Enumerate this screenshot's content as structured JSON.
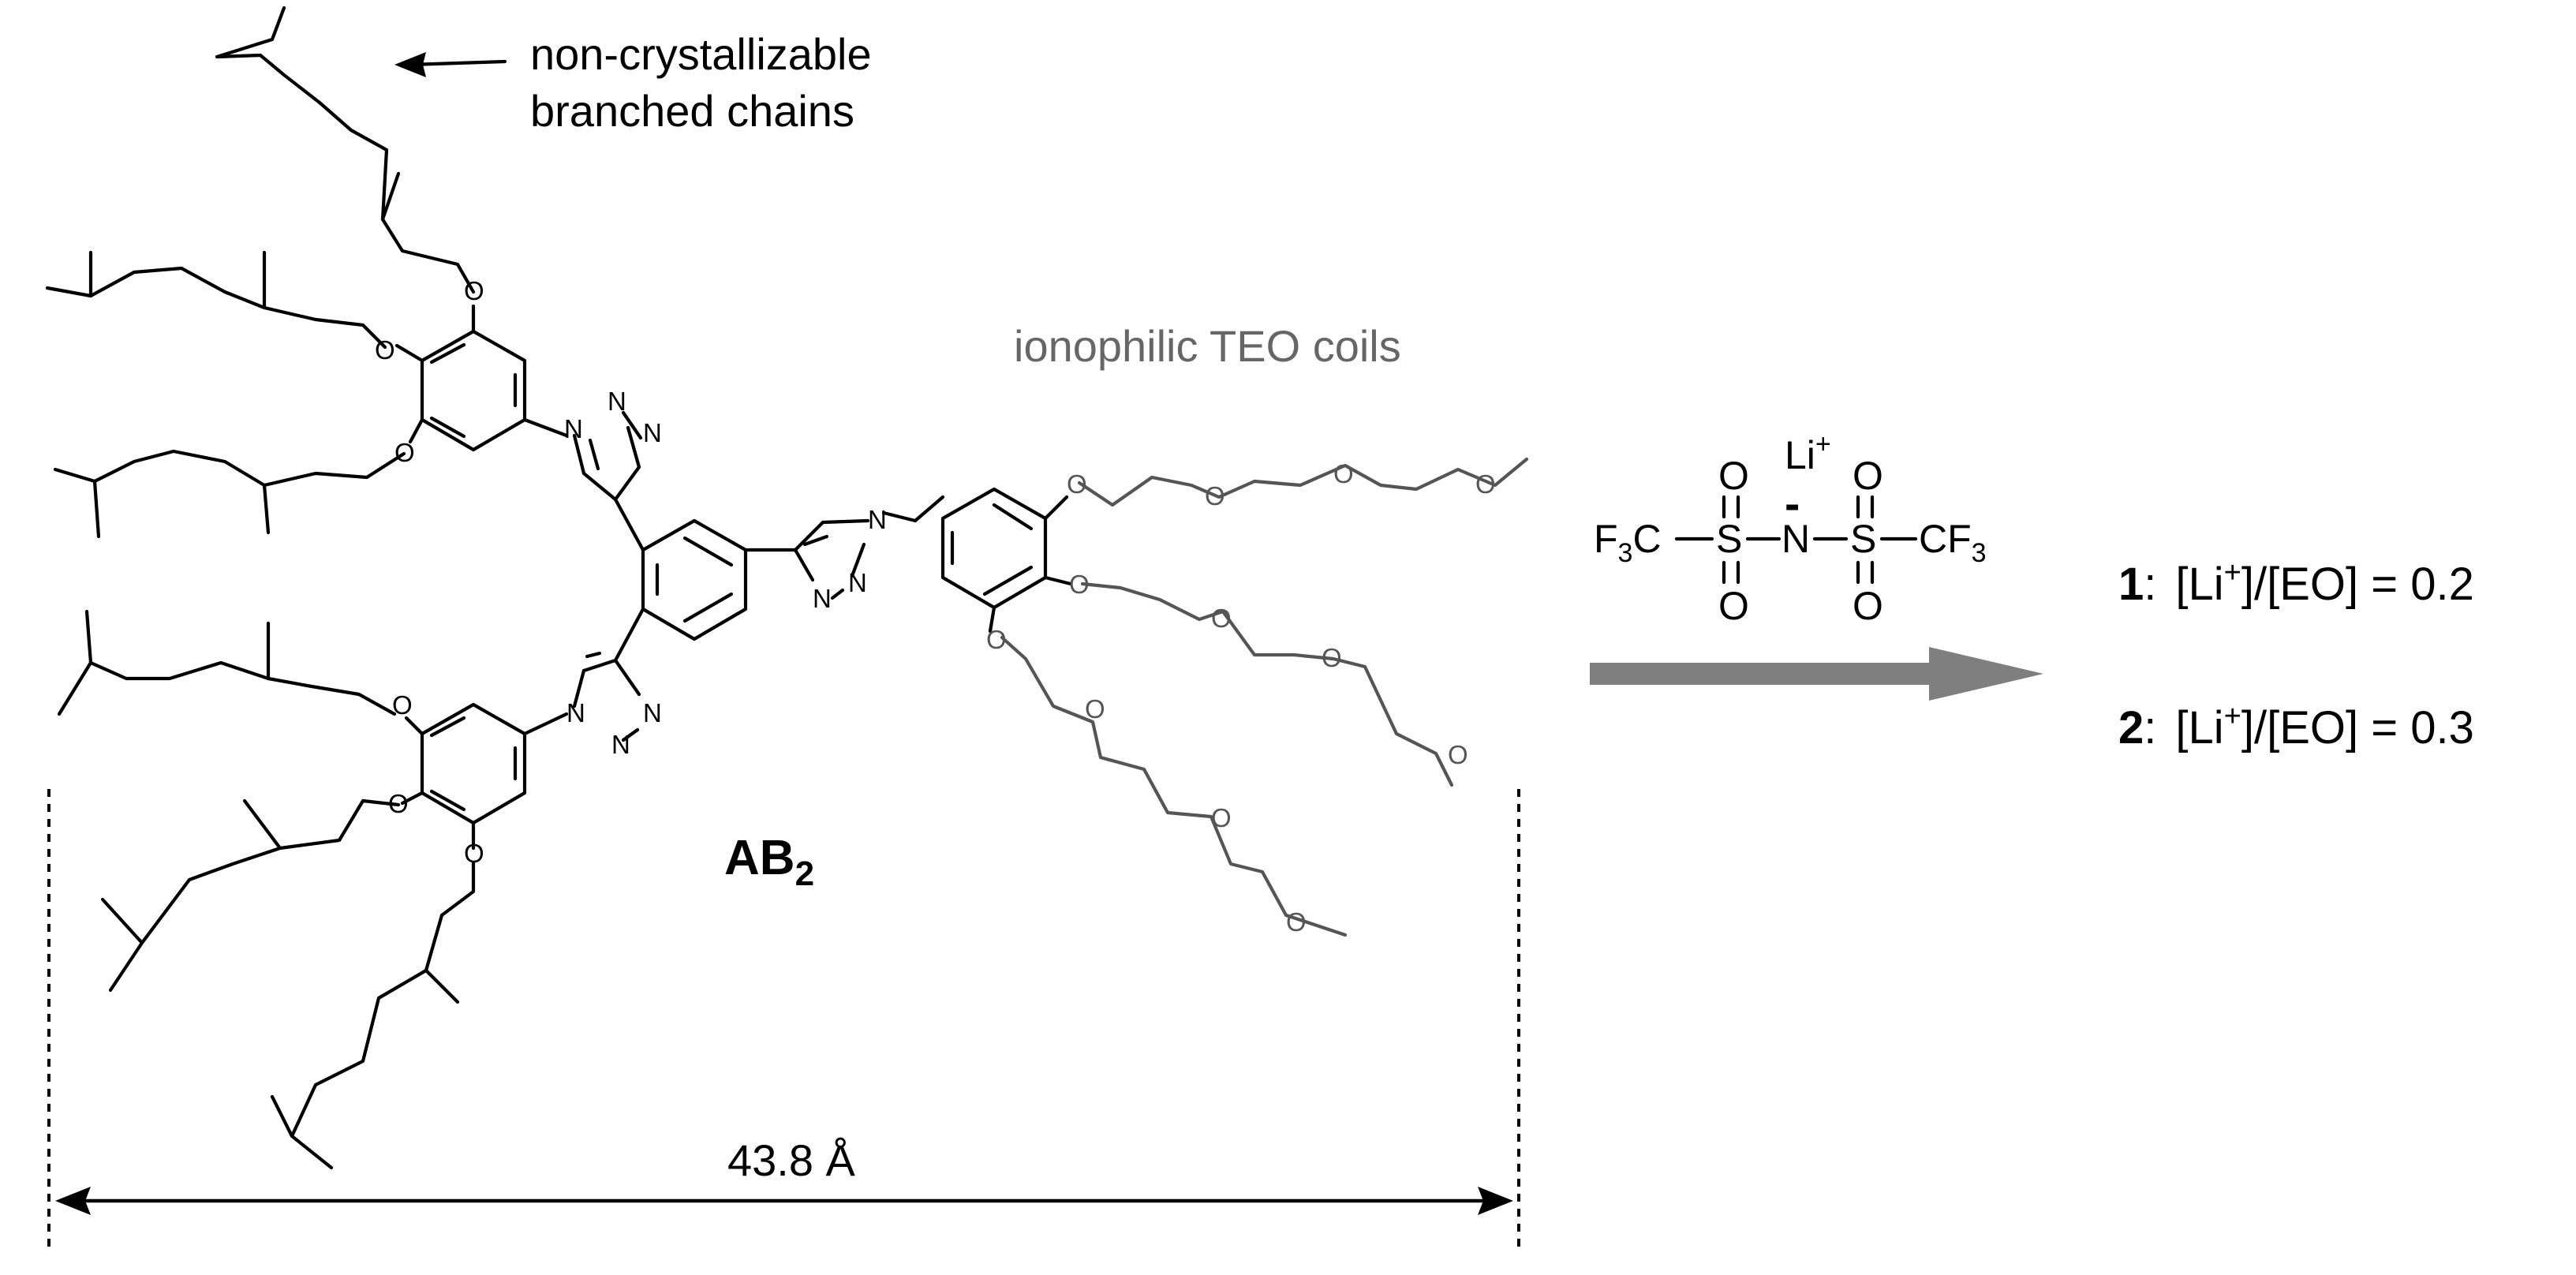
{
  "annotations": {
    "branched_chains_line1": "non-crystallizable",
    "branched_chains_line2": "branched chains",
    "teo_coils": "ionophilic TEO coils",
    "molecule_name": "AB",
    "molecule_subscript": "2",
    "dimension": "43.8 Å"
  },
  "reagent": {
    "cation": "Li",
    "cation_charge": "+",
    "left_group": "F",
    "left_group_sub": "3",
    "left_group_tail": "C",
    "sulfur": "S",
    "nitrogen": "N",
    "oxygen": "O",
    "right_group": "CF",
    "right_group_sub": "3",
    "anion_charge": "-"
  },
  "atoms": {
    "oxygen": "O",
    "nitrogen": "N"
  },
  "results": [
    {
      "id": "1",
      "sep": ":",
      "formula": "[Li",
      "charge": "+",
      "rest": "]/[EO] = 0.2"
    },
    {
      "id": "2",
      "sep": ":",
      "formula": "[Li",
      "charge": "+",
      "rest": "]/[EO] = 0.3"
    }
  ],
  "colors": {
    "structure": "#000000",
    "teo": "#555555",
    "arrow": "#7f7f7f"
  }
}
